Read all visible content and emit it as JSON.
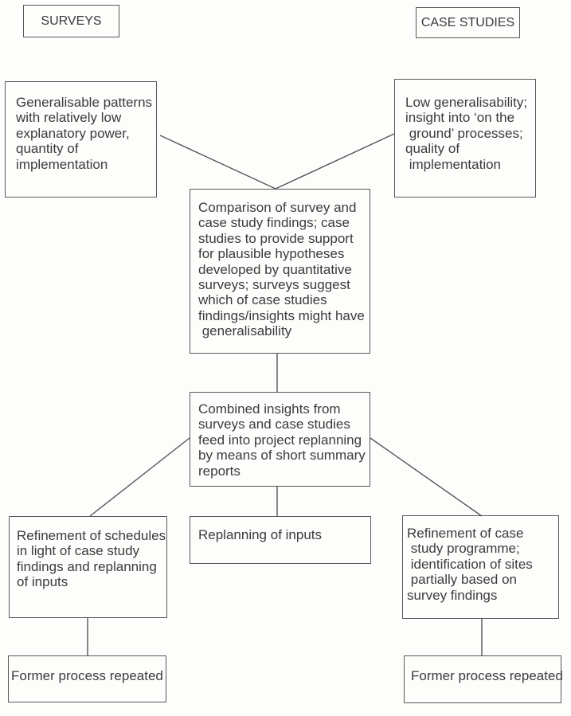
{
  "colors": {
    "line": "#565656",
    "border": "#585858",
    "text": "#3b3b3b",
    "background": "#fdfdfc"
  },
  "nodes": {
    "surveys": {
      "label": "SURVEYS"
    },
    "case_studies": {
      "label": "CASE STUDIES"
    },
    "survey_outcome": {
      "label": "Generalisable patterns\nwith relatively low\nexplanatory power,\nquantity of\nimplementation"
    },
    "case_outcome": {
      "label": "Low generalisability;\ninsight into ‘on the\n ground’ processes;\nquality of\n implementation"
    },
    "comparison": {
      "label": "Comparison of survey and\ncase study findings; case\nstudies to provide support\nfor plausible hypotheses\ndeveloped by quantitative\nsurveys; surveys suggest\nwhich of case studies\nfindings/insights might have\n generalisability"
    },
    "combined": {
      "label": "Combined insights from\nsurveys and case studies\nfeed into project replanning\nby means of short summary\nreports"
    },
    "refine_schedules": {
      "label": "Refinement of schedules\nin light of case study\nfindings and replanning\nof inputs"
    },
    "replanning": {
      "label": "Replanning of inputs"
    },
    "refine_case": {
      "label": "Refinement of case\n study programme;\n identification of sites\n partially based on\nsurvey findings"
    },
    "former_left": {
      "label": "Former process repeated"
    },
    "former_right": {
      "label": "Former process repeated"
    }
  },
  "edges": [
    {
      "from": "survey_outcome",
      "to": "comparison"
    },
    {
      "from": "case_outcome",
      "to": "comparison"
    },
    {
      "from": "comparison",
      "to": "combined"
    },
    {
      "from": "combined",
      "to": "refine_schedules"
    },
    {
      "from": "combined",
      "to": "replanning"
    },
    {
      "from": "combined",
      "to": "refine_case"
    },
    {
      "from": "refine_schedules",
      "to": "former_left"
    },
    {
      "from": "refine_case",
      "to": "former_right"
    }
  ]
}
